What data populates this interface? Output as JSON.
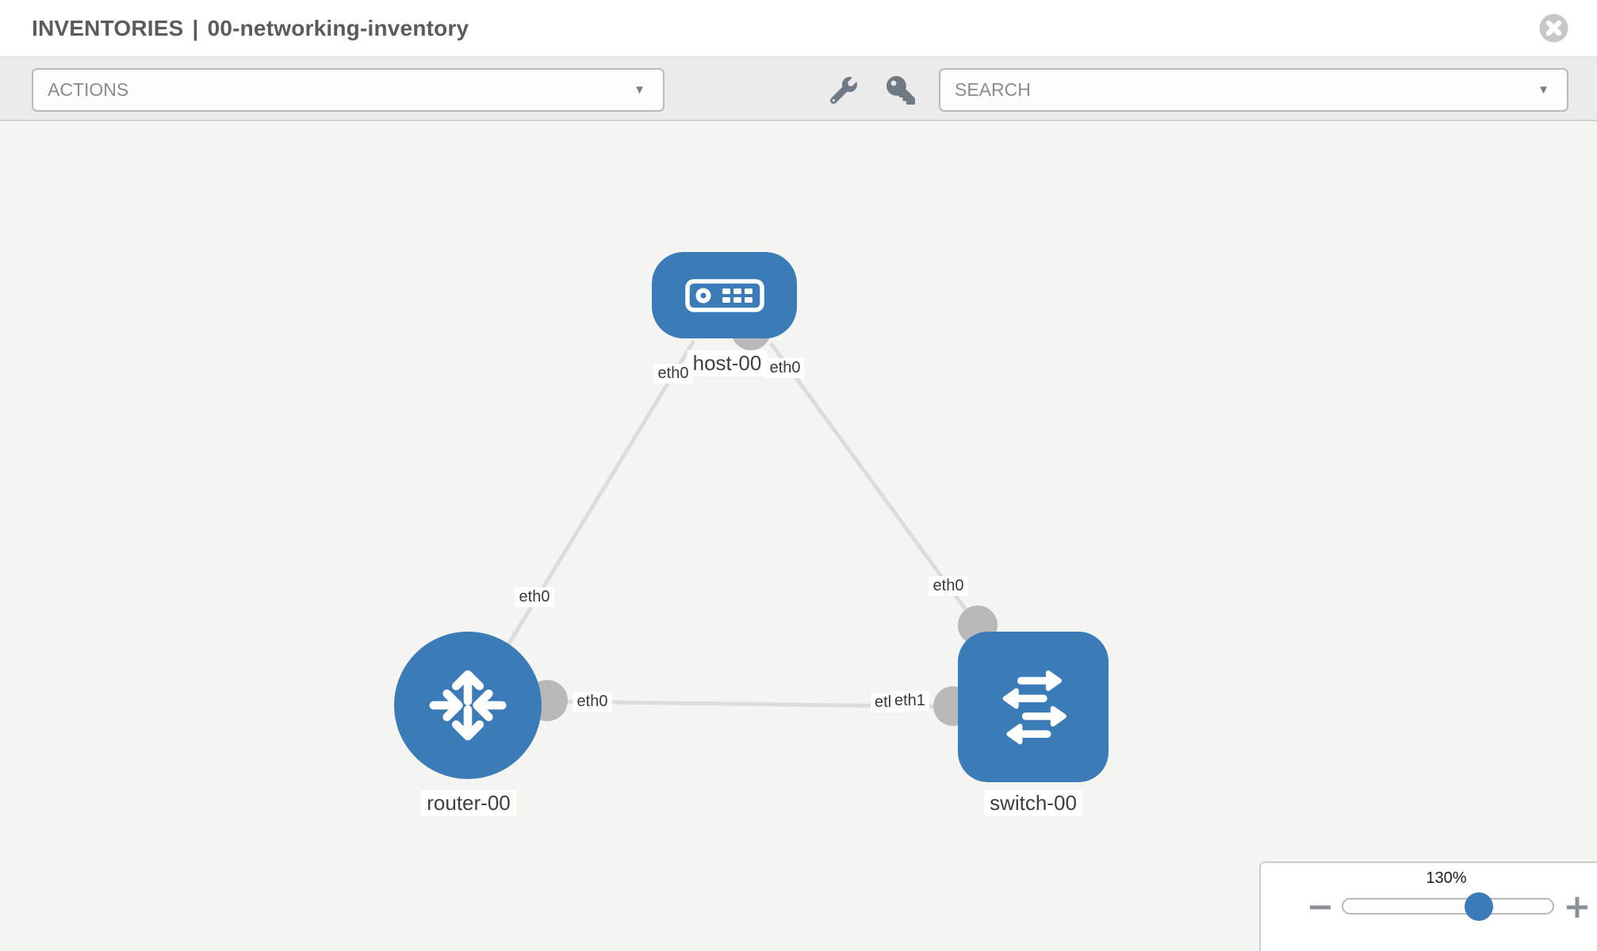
{
  "header": {
    "breadcrumb_parent": "INVENTORIES",
    "separator": "|",
    "inventory_name": "00-networking-inventory"
  },
  "toolbar": {
    "actions_label": "ACTIONS",
    "search_label": "SEARCH"
  },
  "ui": {
    "caret": "▼",
    "zoom_minus": "−",
    "zoom_plus": "+"
  },
  "topology": {
    "nodes": [
      {
        "name": "host-00",
        "type": "host",
        "icon": "server-icon"
      },
      {
        "name": "router-00",
        "type": "router",
        "icon": "crossed-arrows-icon"
      },
      {
        "name": "switch-00",
        "type": "switch",
        "icon": "switch-arrows-icon"
      }
    ],
    "links": [
      {
        "from": "host-00",
        "to": "router-00",
        "from_interface": "eth0",
        "to_interface": "eth0"
      },
      {
        "from": "host-00",
        "to": "switch-00",
        "from_interface": "eth0",
        "to_interface": "eth0"
      },
      {
        "from": "router-00",
        "to": "switch-00",
        "from_interface": "eth0",
        "to_interface": "eth1"
      }
    ],
    "interface_labels": [
      {
        "text": "eth0",
        "near": "host-00-bottom-left"
      },
      {
        "text": "eth0",
        "near": "host-00-bottom-right"
      },
      {
        "text": "eth0",
        "near": "link-to-router-upper"
      },
      {
        "text": "eth0",
        "near": "link-to-switch-upper"
      },
      {
        "text": "eth0",
        "near": "router-00-right"
      },
      {
        "text": "eth0",
        "near": "switch-00-left-overlapped"
      },
      {
        "text": "eth1",
        "near": "switch-00-left"
      }
    ]
  },
  "zoom_panel": {
    "zoom_level": "130%"
  },
  "colors": {
    "node_blue": "#3b7cb8",
    "link_gray": "#dcdcdc",
    "port_gray": "#b9b9b9",
    "canvas_bg": "#f4f4f3",
    "toolbar_bg": "#ebebeb",
    "title_text": "#5b5b5b"
  }
}
